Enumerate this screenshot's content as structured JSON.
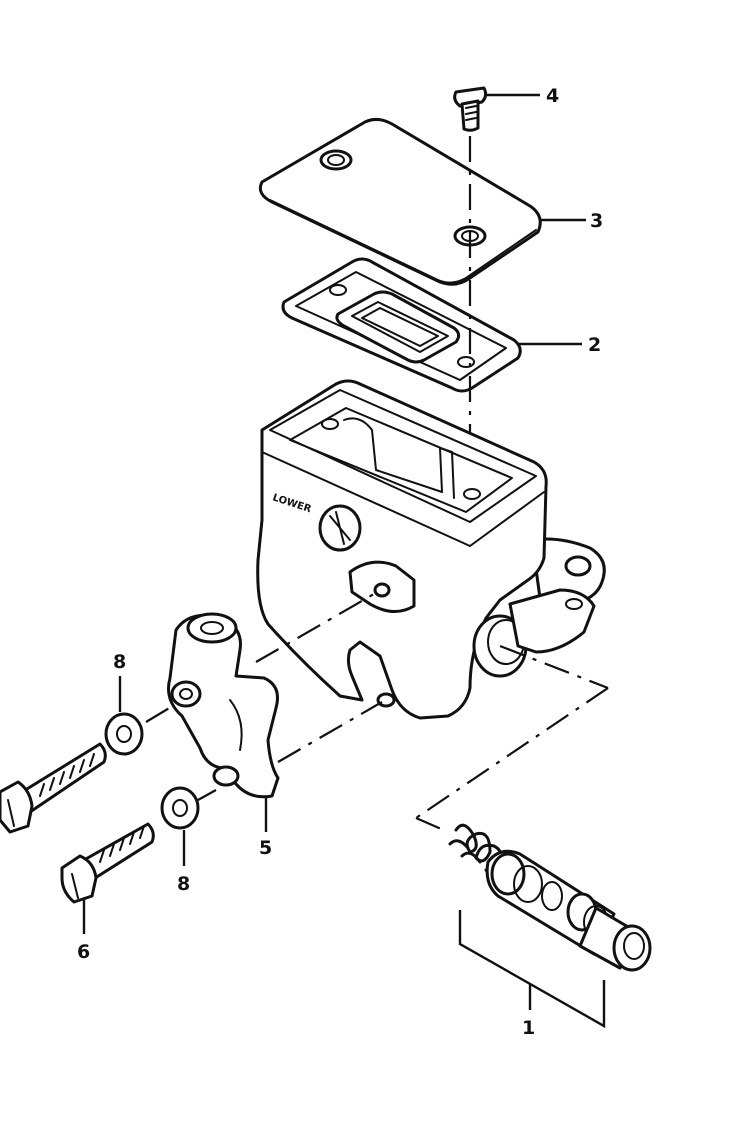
{
  "diagram": {
    "callouts": {
      "c1": "1",
      "c2": "2",
      "c3": "3",
      "c4": "4",
      "c5": "5",
      "c6": "6",
      "c8a": "8",
      "c8b": "8"
    },
    "body_marking": "LOWER"
  }
}
